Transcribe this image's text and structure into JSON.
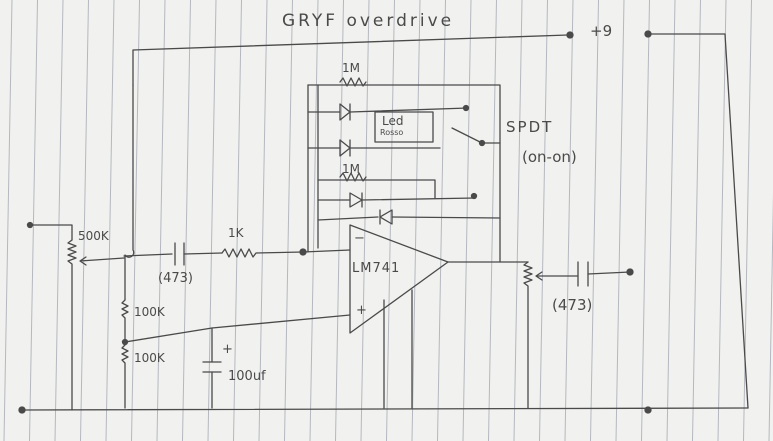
{
  "title": "GRYF overdrive",
  "labels": {
    "supply": "+9",
    "pot_in": "500K",
    "cap_in": "(473)",
    "r_in": "1K",
    "r_bias1": "100K",
    "r_bias2": "100K",
    "cap_bias": "100uf",
    "cap_bias_polarity": "+",
    "opamp": "LM741",
    "opamp_minus": "−",
    "opamp_plus": "+",
    "fb_r1": "1M",
    "fb_r2": "1M",
    "led_note_1": "Led",
    "led_note_2": "Rosso",
    "switch": "SPDT",
    "switch_type": "(on-on)",
    "cap_out": "(473)"
  },
  "colors": {
    "ink": "#4a4a4a",
    "ruled_line": "#b4b8c0",
    "paper": "#f1f1ef",
    "margin_line": "#c8c8cc"
  }
}
